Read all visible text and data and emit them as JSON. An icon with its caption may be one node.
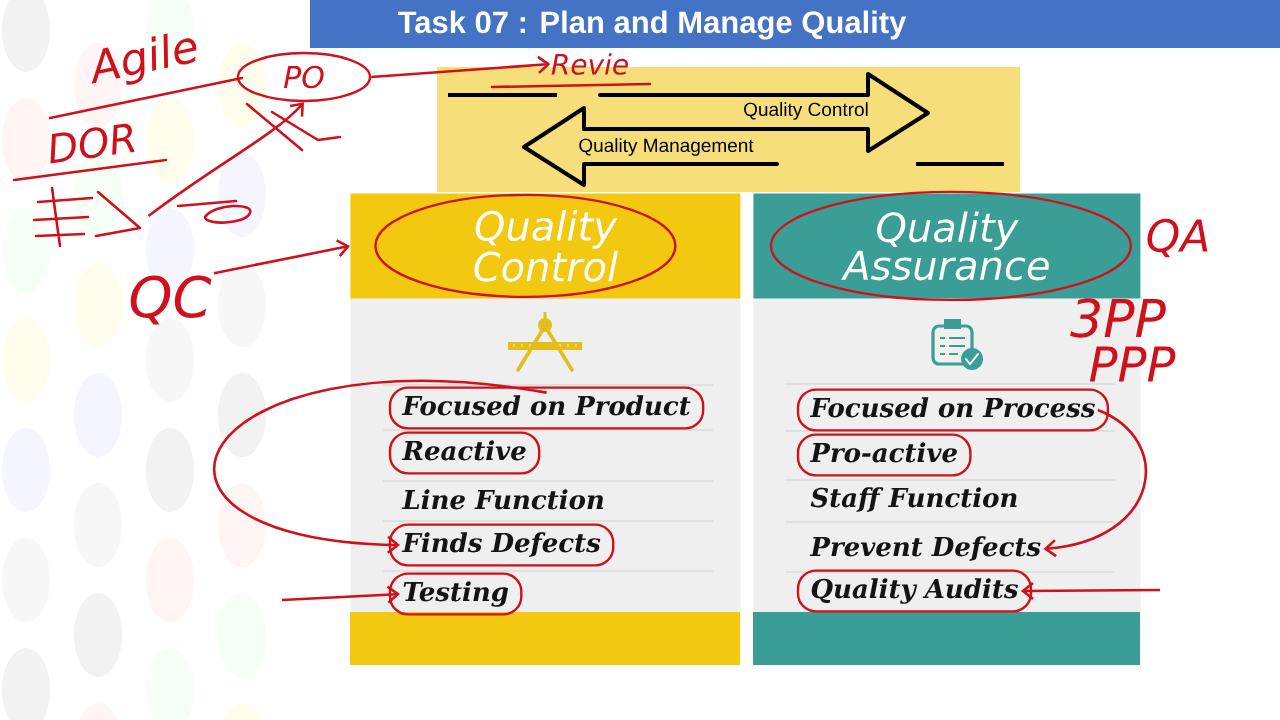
{
  "diagram": {
    "title": "Task 07 : Plan and Manage Quality",
    "nodes": [
      {
        "text": [
          "PO"
        ]
      },
      {
        "text": [
          "Revie"
        ]
      },
      {
        "text": [
          "Quality Control"
        ]
      },
      {
        "text": [
          "Quality Management"
        ]
      },
      {
        "text": [
          "QC"
        ]
      },
      {
        "text": [],
        "shape": "box"
      },
      {
        "text": [
          "Quality Control"
        ]
      },
      {
        "text": [
          "Focused on Product"
        ],
        "in": 5
      },
      {
        "text": [
          "Reactive"
        ],
        "in": 5
      },
      {
        "text": [
          "Line Function"
        ],
        "in": 5
      },
      {
        "text": [
          "Finds Defects"
        ],
        "in": 5
      },
      {
        "text": [
          "Testing"
        ],
        "in": 5
      },
      {
        "text": [],
        "shape": "box"
      },
      {
        "text": [
          "Quality Assurance"
        ],
        "beside": [
          "QA"
        ]
      },
      {
        "text": [
          "Focused on Process"
        ],
        "in": 12
      },
      {
        "text": [
          "Pro-active"
        ],
        "in": 12
      },
      {
        "text": [
          "Staff Function"
        ],
        "in": 12
      },
      {
        "text": [
          "Prevent Defects"
        ],
        "in": 12
      },
      {
        "text": [
          "Quality Audits"
        ],
        "in": 12
      },
      {
        "text": [],
        "shape": "picture"
      }
    ],
    "edges": [
      {
        "from": 0,
        "to": 1,
        "arrow": "to"
      },
      {
        "from": 4,
        "to": 6,
        "arrow": "to"
      },
      {
        "from": 7,
        "to": 10,
        "arrow": "to"
      },
      {
        "from": 14,
        "to": 17,
        "arrow": "to"
      },
      {
        "from": null,
        "to": 11,
        "arrow": "to"
      },
      {
        "from": null,
        "to": 18,
        "arrow": "to"
      },
      {
        "from": 19,
        "to": 0,
        "arrow": "to"
      }
    ],
    "labels": [
      "Agile",
      "DOR",
      "3PP",
      "PPP"
    ]
  }
}
